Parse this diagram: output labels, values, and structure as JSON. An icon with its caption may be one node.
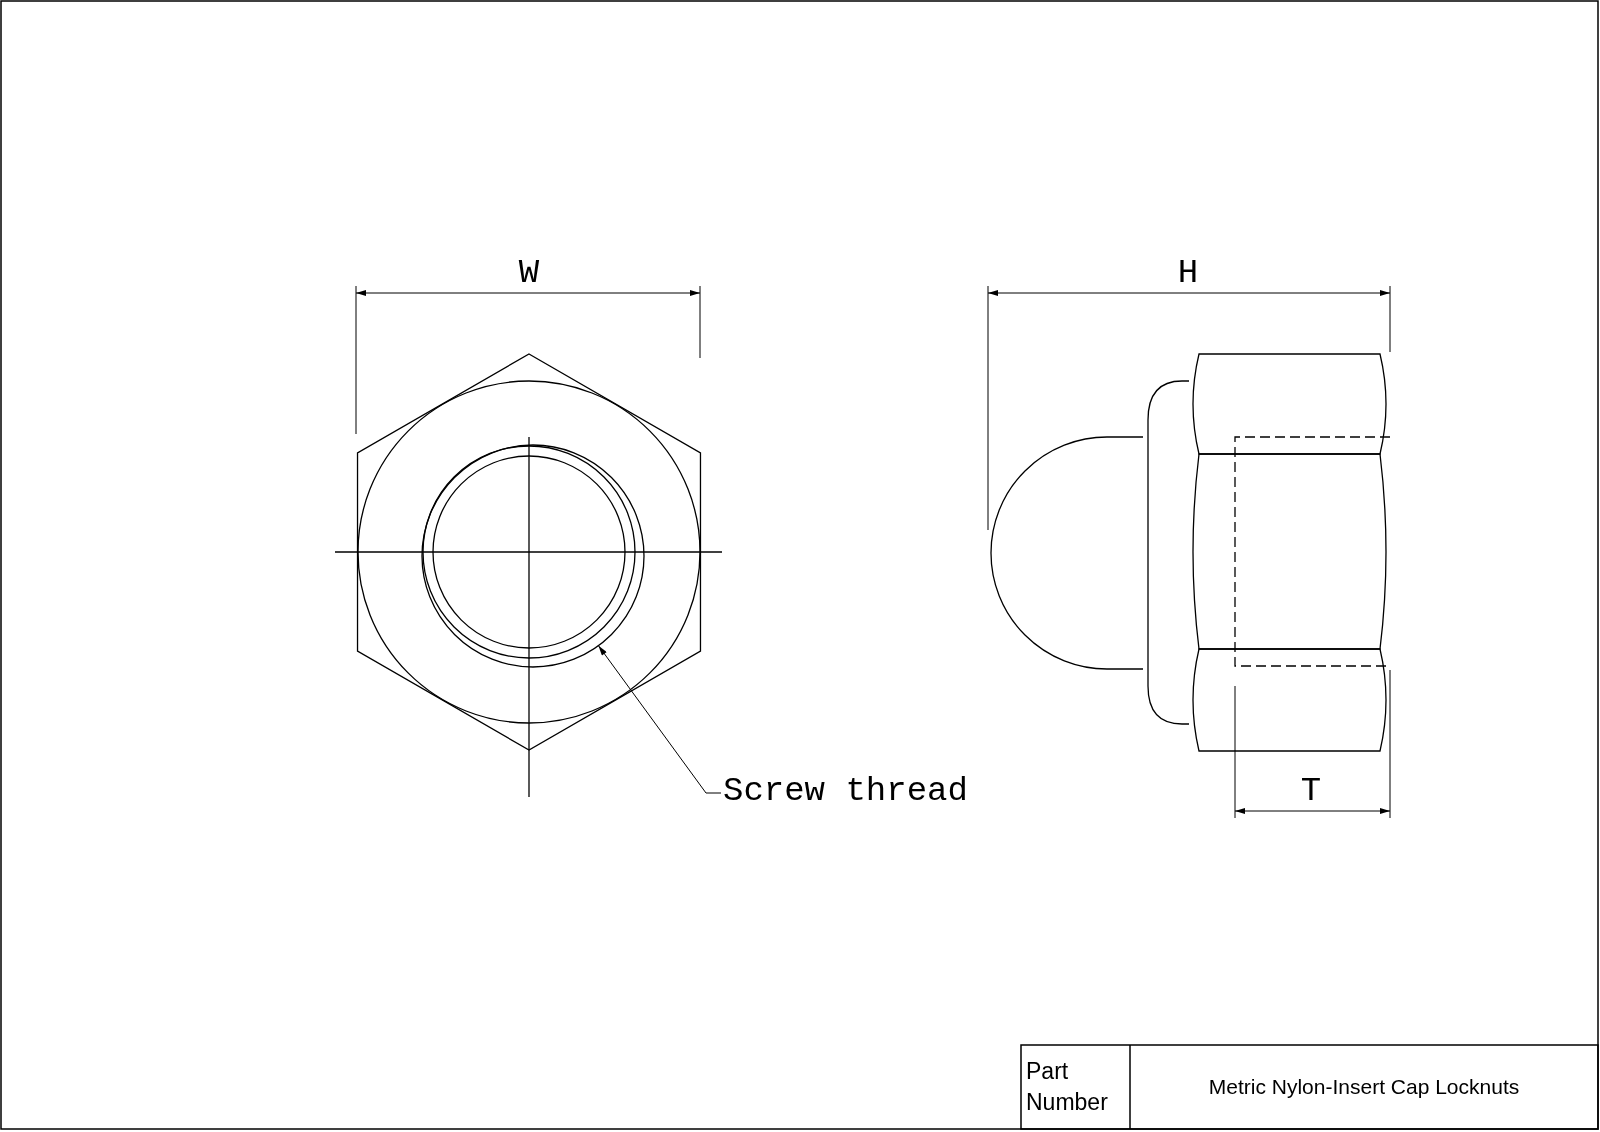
{
  "diagram": {
    "nodes": [
      {
        "text": [
          "Screw thread"
        ]
      },
      {
        "text": [],
        "shape": "circle"
      }
    ],
    "edges": [
      {
        "from": 0,
        "to": 1,
        "arrow": "to"
      }
    ],
    "labels": [
      "W",
      "H",
      "T",
      "Part Number",
      "Metric Nylon-Insert Cap Locknuts"
    ]
  }
}
